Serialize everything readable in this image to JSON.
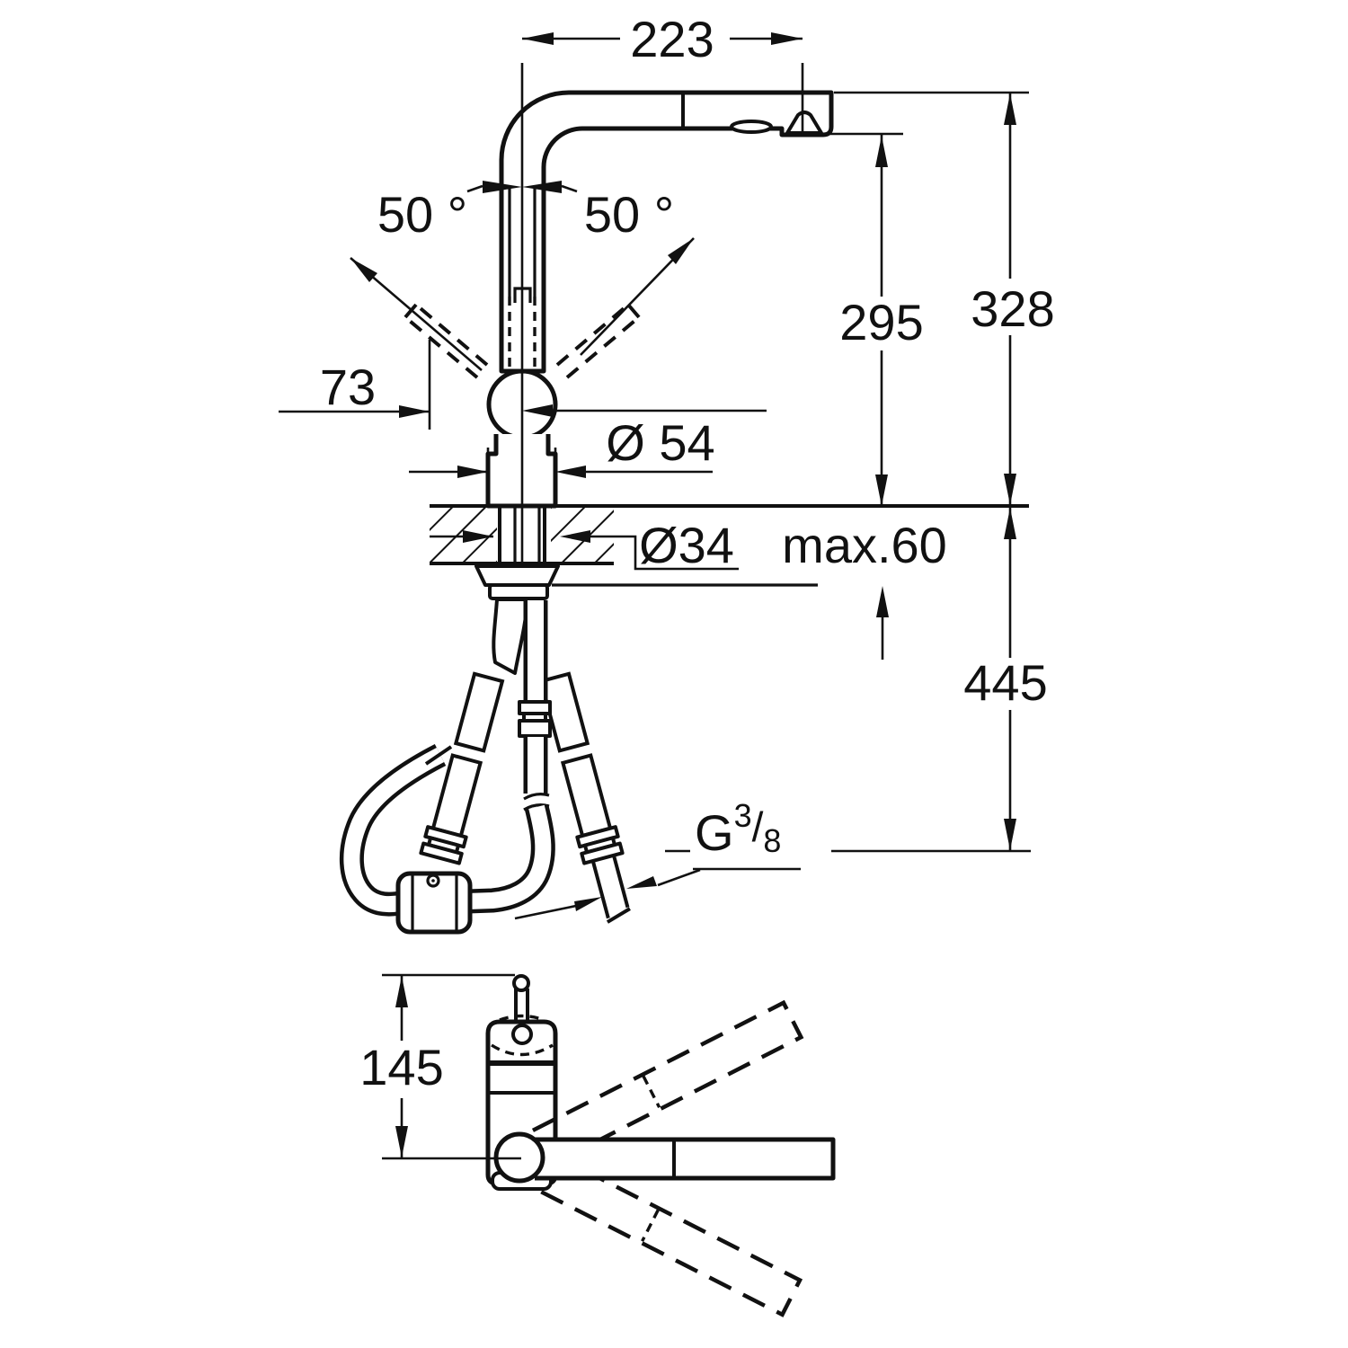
{
  "drawing": {
    "background": "#ffffff",
    "line_color": "#111111",
    "side_view": {
      "spout_reach": "223",
      "lever_angle_left": "50 °",
      "lever_angle_right": "50 °",
      "lever_offset": "73",
      "body_diameter": "Ø 54",
      "spout_outlet_height": "295",
      "total_height": "328",
      "hole_diameter": "Ø34",
      "max_deck_thickness": "max.60",
      "depth_below_deck": "445",
      "supply_thread": {
        "g": "G",
        "numerator": "3",
        "slash": "/",
        "denominator": "8"
      }
    },
    "plan_view": {
      "body_length": "145"
    }
  }
}
